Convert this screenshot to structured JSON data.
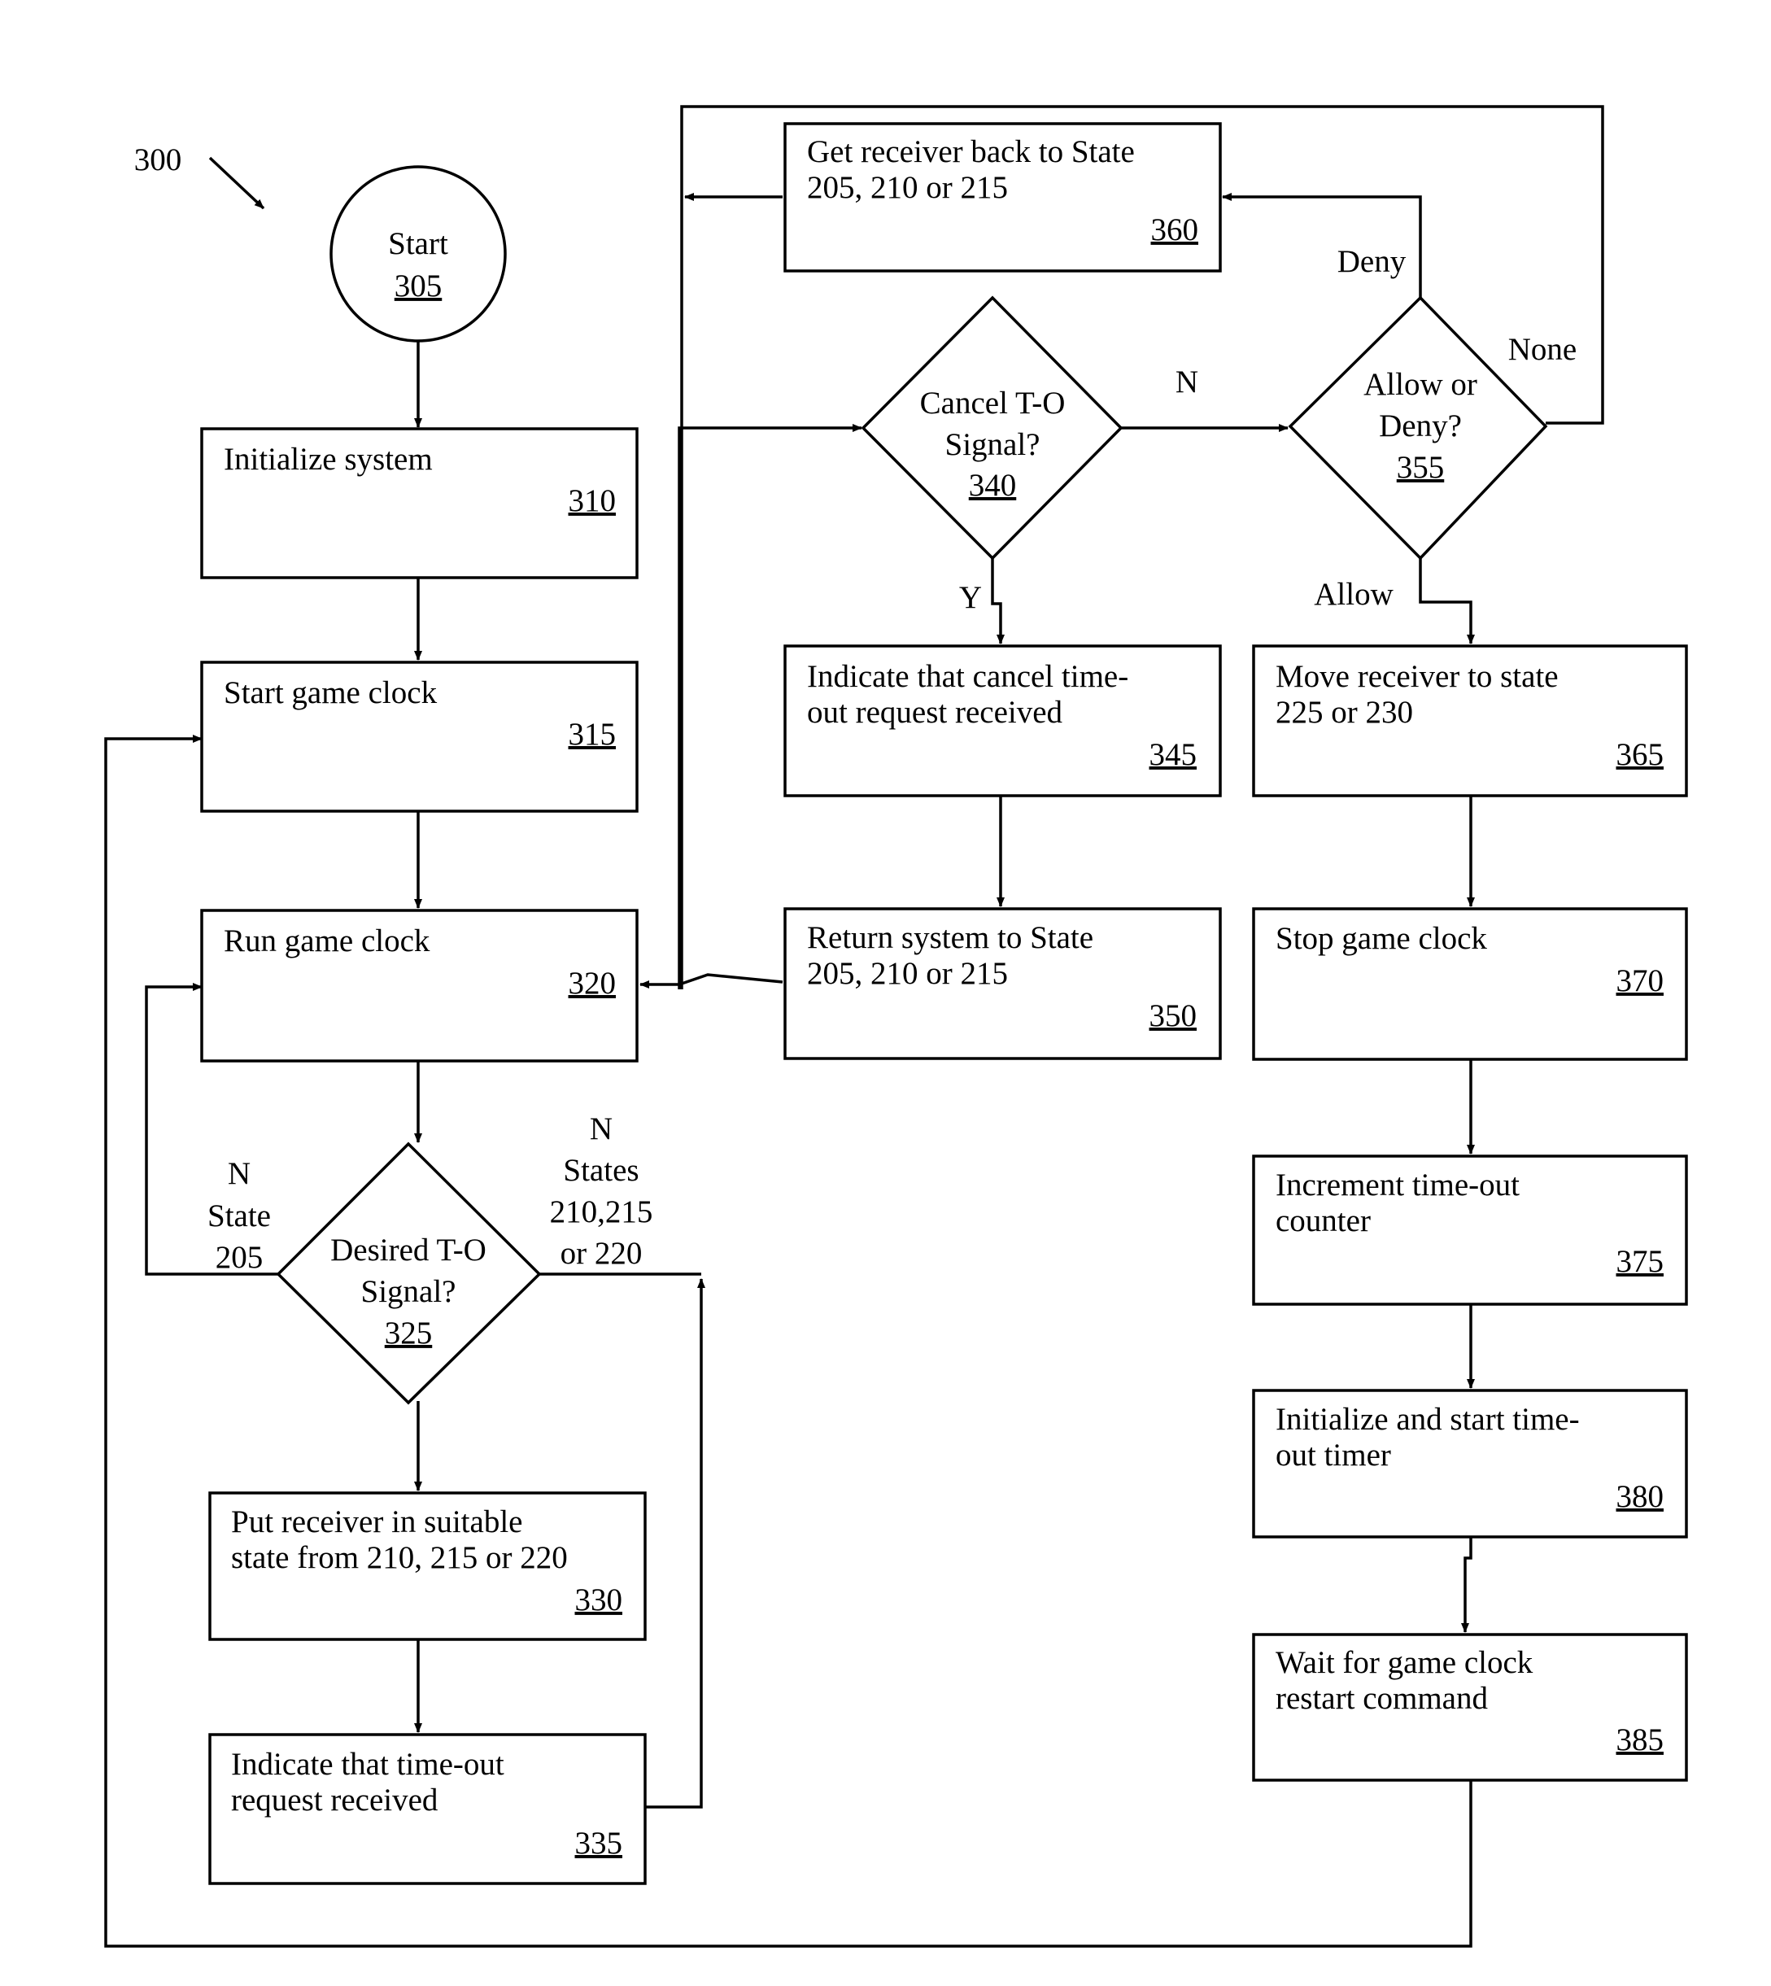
{
  "figure": {
    "ref": "300"
  },
  "nodes": {
    "n305": {
      "lines": [
        "Start"
      ],
      "num": "305"
    },
    "n310": {
      "lines": [
        "Initialize system"
      ],
      "num": "310"
    },
    "n315": {
      "lines": [
        "Start game clock"
      ],
      "num": "315"
    },
    "n320": {
      "lines": [
        "Run game clock"
      ],
      "num": "320"
    },
    "n325": {
      "lines": [
        "Desired T-O",
        "Signal?"
      ],
      "num": "325"
    },
    "n330": {
      "lines": [
        "Put receiver in suitable",
        "state from 210, 215 or 220"
      ],
      "num": "330"
    },
    "n335": {
      "lines": [
        "Indicate that time-out",
        "request received"
      ],
      "num": "335"
    },
    "n340": {
      "lines": [
        "Cancel T-O",
        "Signal?"
      ],
      "num": "340"
    },
    "n345": {
      "lines": [
        "Indicate that cancel time-",
        "out request received"
      ],
      "num": "345"
    },
    "n350": {
      "lines": [
        "Return system to State",
        "205, 210 or 215"
      ],
      "num": "350"
    },
    "n355": {
      "lines": [
        "Allow or",
        "Deny?"
      ],
      "num": "355"
    },
    "n360": {
      "lines": [
        "Get receiver back to State",
        "205, 210 or 215"
      ],
      "num": "360"
    },
    "n365": {
      "lines": [
        "Move receiver to state",
        "225 or 230"
      ],
      "num": "365"
    },
    "n370": {
      "lines": [
        "Stop game clock"
      ],
      "num": "370"
    },
    "n375": {
      "lines": [
        "Increment time-out",
        "counter"
      ],
      "num": "375"
    },
    "n380": {
      "lines": [
        "Initialize and start time-",
        "out timer"
      ],
      "num": "380"
    },
    "n385": {
      "lines": [
        "Wait for game clock",
        "restart command"
      ],
      "num": "385"
    }
  },
  "edge_labels": {
    "d325_left": [
      "N",
      "State",
      "205"
    ],
    "d325_right": [
      "N",
      "States",
      "210,215",
      "or 220"
    ],
    "d340_no": "N",
    "d340_yes": "Y",
    "d355_deny": "Deny",
    "d355_none": "None",
    "d355_allow": "Allow"
  }
}
